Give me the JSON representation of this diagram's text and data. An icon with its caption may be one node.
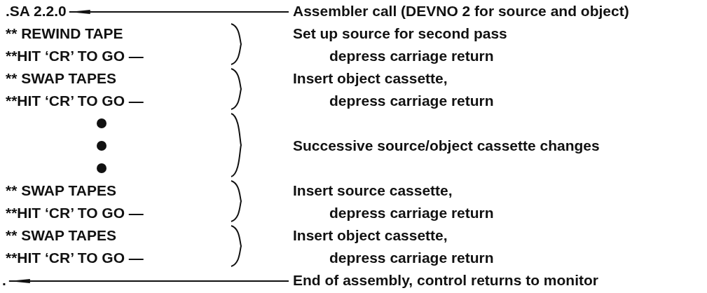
{
  "diagram": {
    "nodes": [
      {
        "text": [
          ".SA 2.2.0"
        ]
      },
      {
        "text": [
          "Assembler call (DEVNO 2 for source and object)"
        ]
      },
      {
        "text": [
          "."
        ]
      },
      {
        "text": [
          "End of assembly, control returns to monitor"
        ]
      }
    ],
    "edges": [
      {
        "from": 1,
        "to": 0,
        "arrow": "to"
      },
      {
        "from": 3,
        "to": 2,
        "arrow": "to"
      }
    ],
    "labels": [
      "** REWIND TAPE",
      "Set up source for second pass",
      "**HIT ‘CR’ TO GO —",
      "depress carriage return",
      "** SWAP TAPES",
      "Insert object cassette,",
      "**HIT ‘CR’ TO GO —",
      "depress carriage return",
      "Successive source/object cassette changes",
      "** SWAP TAPES",
      "Insert source cassette,",
      "**HIT ‘CR’ TO GO —",
      "depress carriage return",
      "** SWAP TAPES",
      "Insert object cassette,",
      "**HIT ‘CR’ TO GO —",
      "depress carriage return"
    ]
  }
}
